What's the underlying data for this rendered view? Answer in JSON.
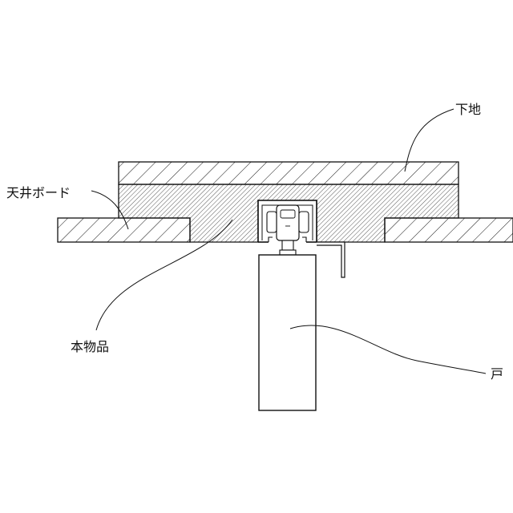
{
  "labels": {
    "substrate": "下地",
    "ceiling_board": "天井ボード",
    "product": "本物品",
    "door": "戸"
  },
  "colors": {
    "line": "#111111",
    "background": "#ffffff"
  }
}
